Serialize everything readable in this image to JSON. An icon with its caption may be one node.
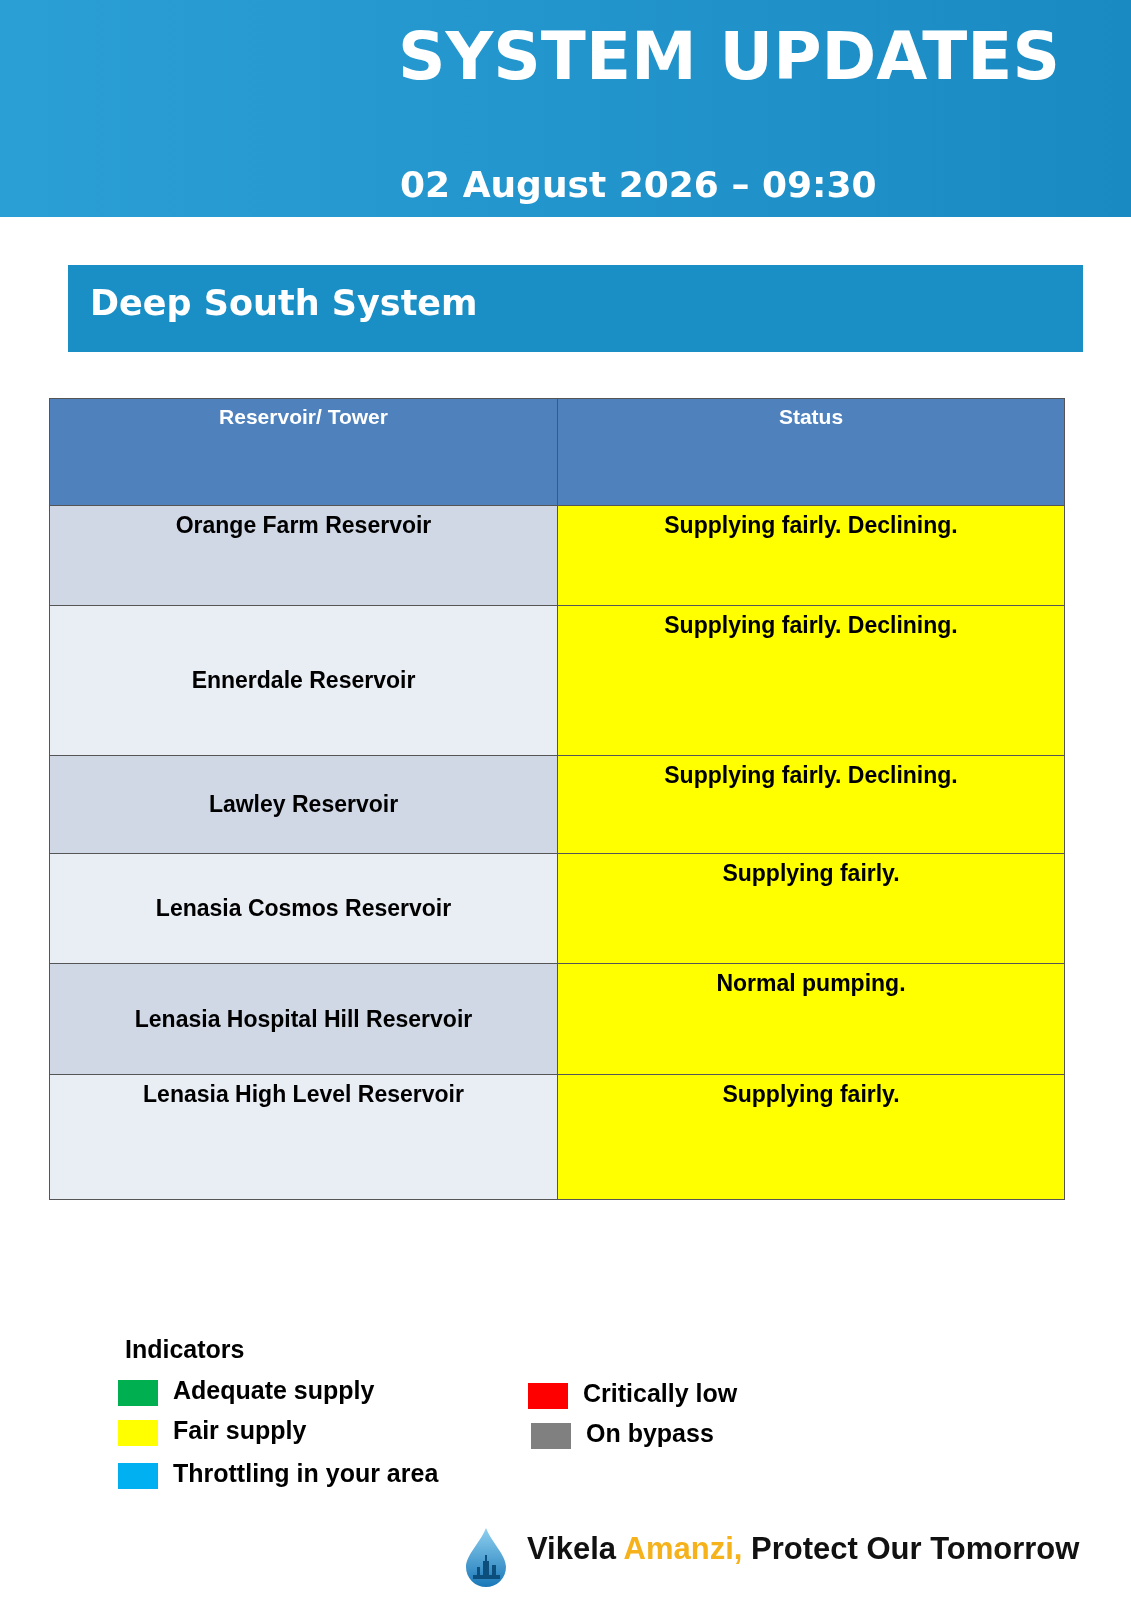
{
  "diagram": {
    "title": "SYSTEM UPDATES",
    "nodes": [
      {
        "text": [
          "Deep South System"
        ]
      }
    ],
    "edges": [],
    "labels": [
      "02 August 2026 – 09:30",
      "Reservoir/ Tower",
      "Status",
      "Orange Farm Reservoir",
      "Supplying fairly. Declining.",
      "Ennerdale Reservoir",
      "Supplying fairly. Declining.",
      "Lawley Reservoir",
      "Supplying fairly. Declining.",
      "Lenasia Cosmos Reservoir",
      "Supplying fairly.",
      "Lenasia Hospital Hill Reservoir",
      "Normal pumping.",
      "Lenasia High Level Reservoir",
      "Supplying fairly.",
      "Indicators",
      "Vikela *Amanzi,* Protect Our Tomorrow"
    ],
    "legend": [
      {
        "text": "Adequate supply",
        "color": "#00b050"
      },
      {
        "text": "Fair supply",
        "color": "#ffff00"
      },
      {
        "text": "Throttling in your area",
        "color": "#00b0f0"
      },
      {
        "text": "Critically low",
        "color": "#ff0000"
      },
      {
        "text": "On bypass",
        "color": "#808080"
      }
    ]
  }
}
